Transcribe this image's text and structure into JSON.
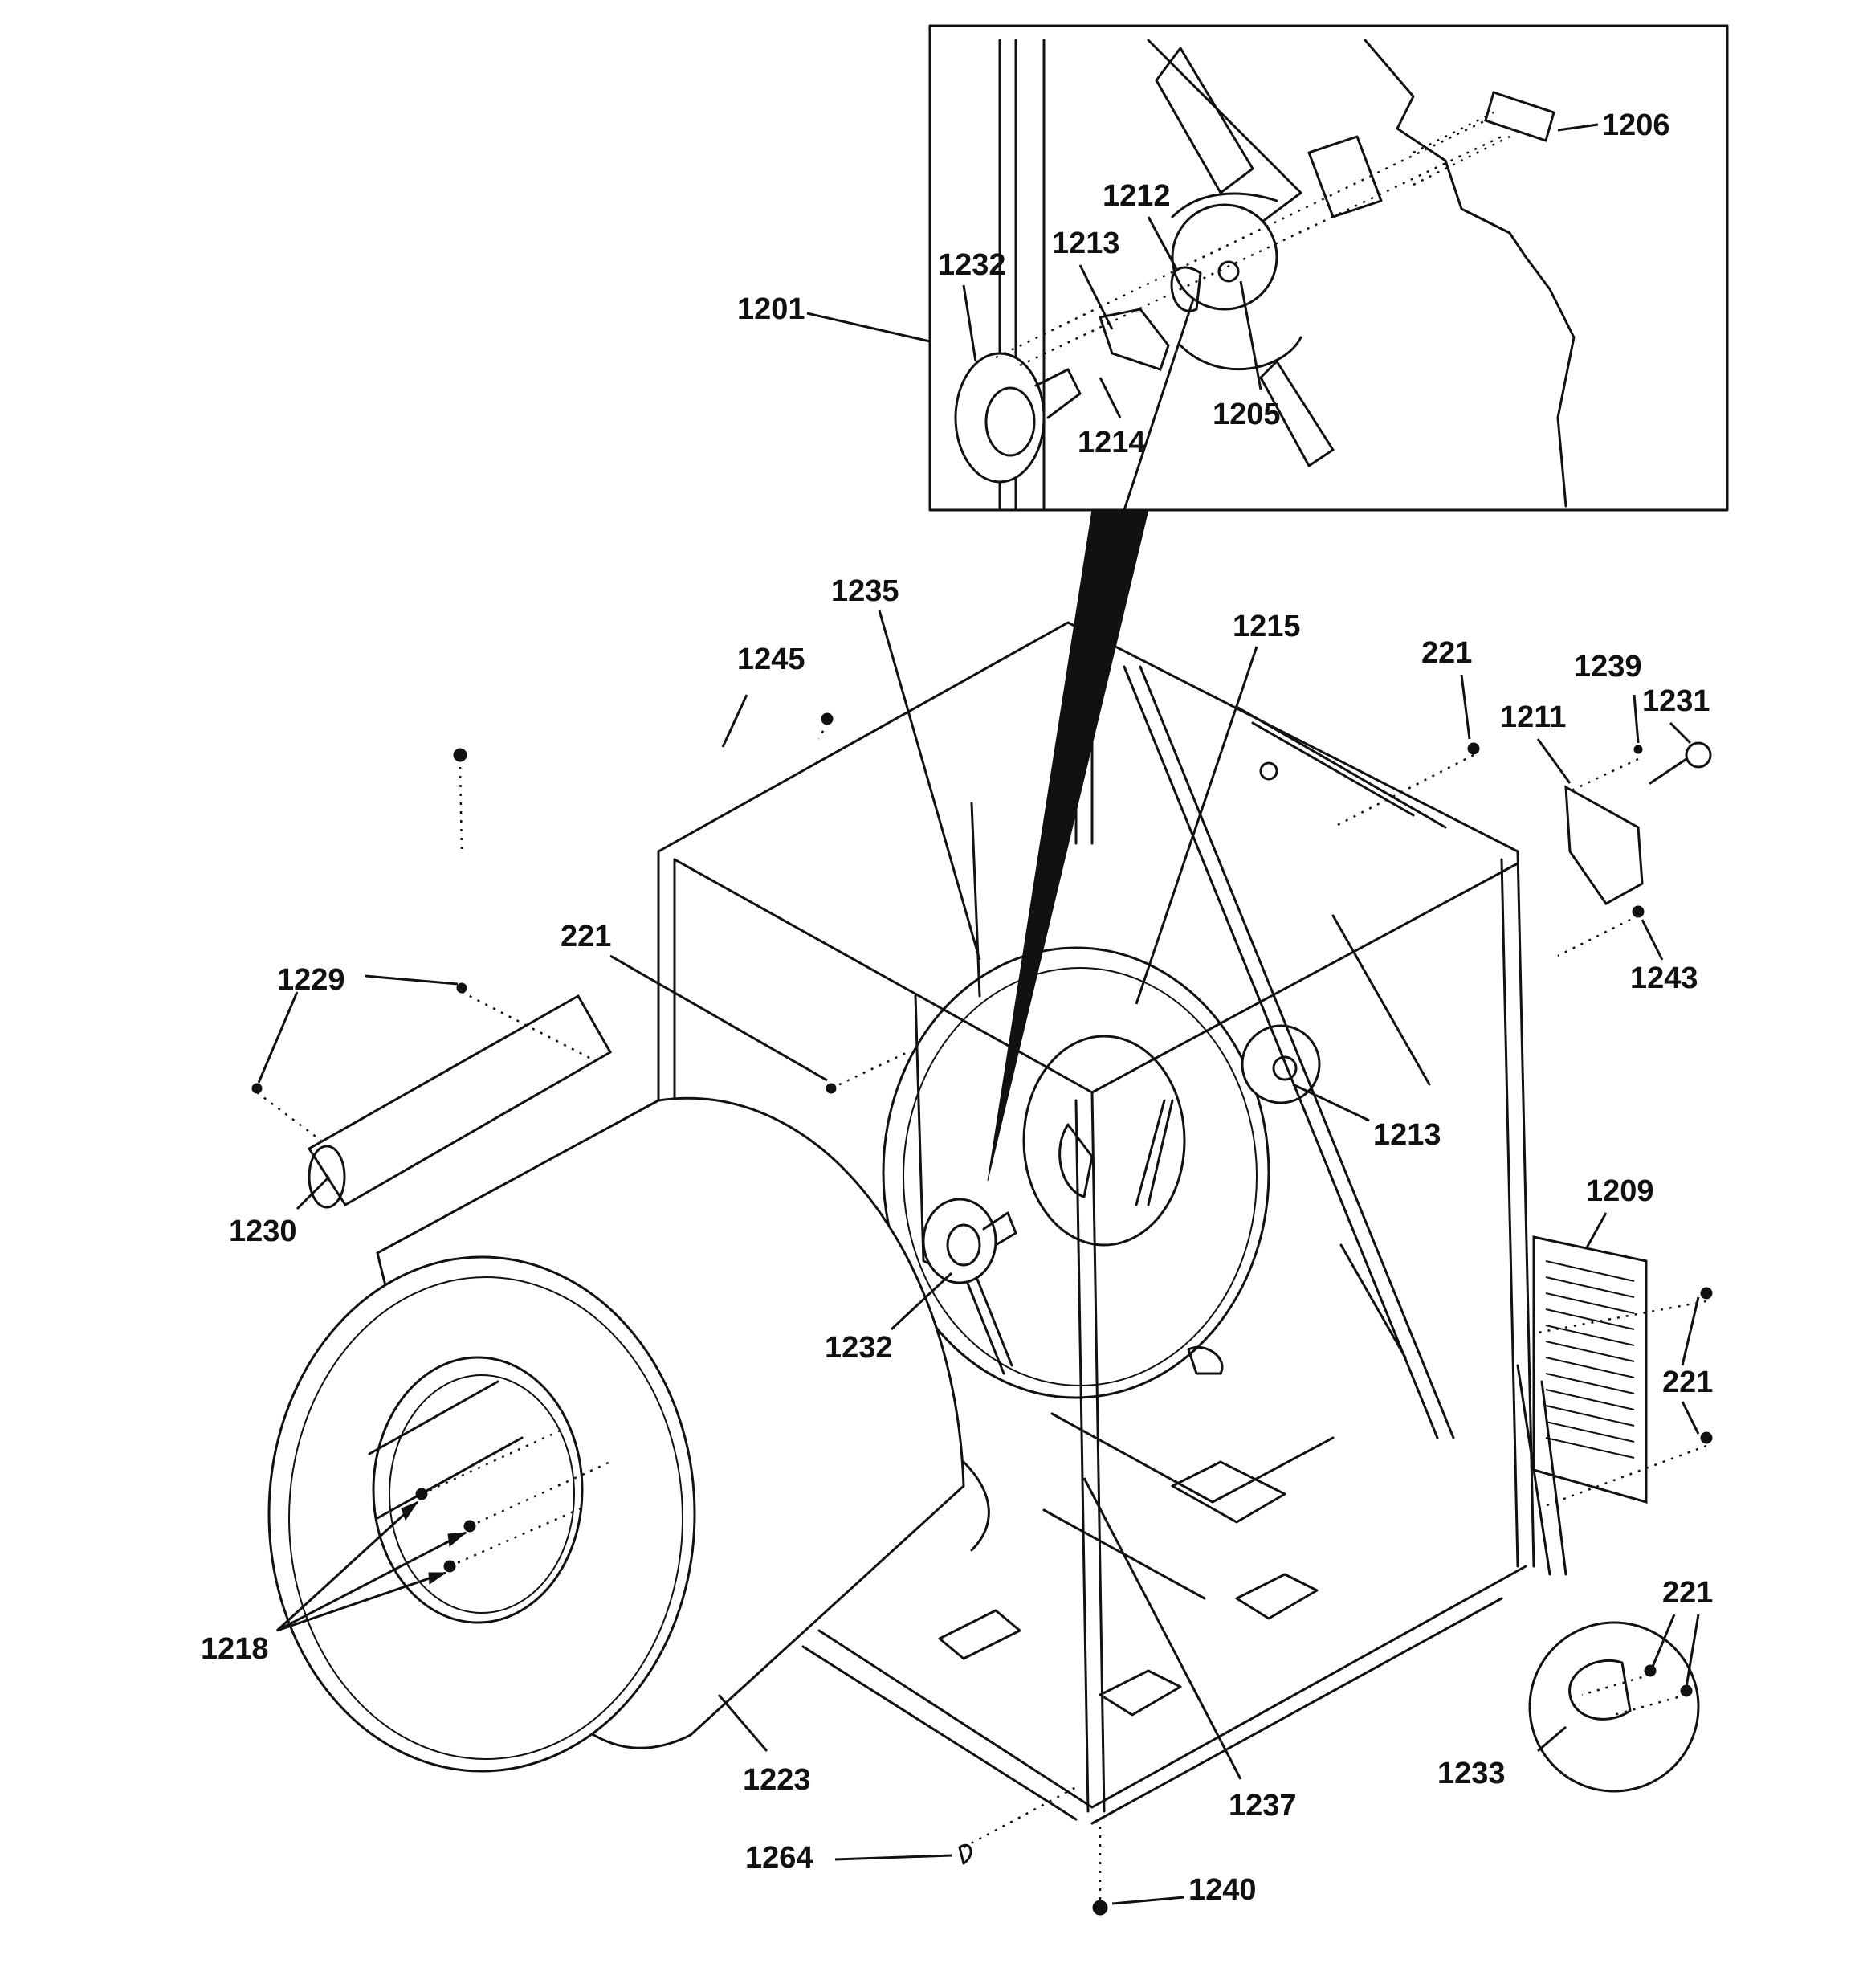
{
  "diagram": {
    "labels": [
      {
        "id": "1206",
        "text": "1206"
      },
      {
        "id": "1212",
        "text": "1212"
      },
      {
        "id": "1213a",
        "text": "1213"
      },
      {
        "id": "1232a",
        "text": "1232"
      },
      {
        "id": "1201",
        "text": "1201"
      },
      {
        "id": "1205",
        "text": "1205"
      },
      {
        "id": "1214",
        "text": "1214"
      },
      {
        "id": "1235",
        "text": "1235"
      },
      {
        "id": "1215",
        "text": "1215"
      },
      {
        "id": "1245",
        "text": "1245"
      },
      {
        "id": "221a",
        "text": "221"
      },
      {
        "id": "1239",
        "text": "1239"
      },
      {
        "id": "1231",
        "text": "1231"
      },
      {
        "id": "1211",
        "text": "1211"
      },
      {
        "id": "221b",
        "text": "221"
      },
      {
        "id": "1229",
        "text": "1229"
      },
      {
        "id": "1243",
        "text": "1243"
      },
      {
        "id": "1213b",
        "text": "1213"
      },
      {
        "id": "1230",
        "text": "1230"
      },
      {
        "id": "1209",
        "text": "1209"
      },
      {
        "id": "1232b",
        "text": "1232"
      },
      {
        "id": "221c",
        "text": "221"
      },
      {
        "id": "221d",
        "text": "221"
      },
      {
        "id": "1218",
        "text": "1218"
      },
      {
        "id": "1233",
        "text": "1233"
      },
      {
        "id": "1223",
        "text": "1223"
      },
      {
        "id": "1237",
        "text": "1237"
      },
      {
        "id": "1264",
        "text": "1264"
      },
      {
        "id": "1240",
        "text": "1240"
      }
    ]
  }
}
